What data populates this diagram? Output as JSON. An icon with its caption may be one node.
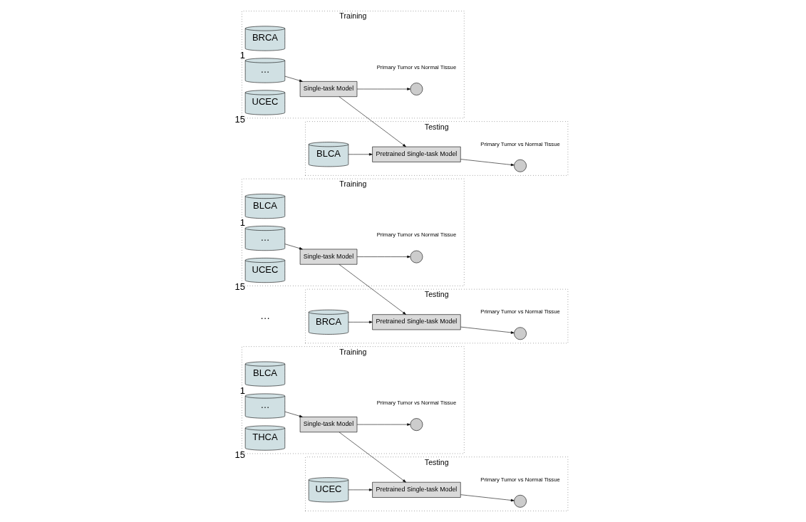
{
  "diagram": {
    "nodes": [
      {
        "text": [
          "Training"
        ]
      },
      {
        "text": [
          "BRCA"
        ],
        "in": 0,
        "beside": [
          "1"
        ]
      },
      {
        "text": [
          "…"
        ],
        "in": 0
      },
      {
        "text": [
          "UCEC"
        ],
        "in": 0,
        "beside": [
          "15"
        ]
      },
      {
        "text": [
          "Single-task Model"
        ],
        "in": 0
      },
      {
        "text": [],
        "shape": "circle",
        "in": 0,
        "beside": [
          "Primary Tumor vs Normal Tissue"
        ]
      },
      {
        "text": [
          "Testing"
        ]
      },
      {
        "text": [
          "BLCA"
        ],
        "in": 6
      },
      {
        "text": [
          "Pretrained Single-task Model"
        ],
        "in": 6
      },
      {
        "text": [],
        "shape": "circle",
        "in": 6,
        "beside": [
          "Primary Tumor vs Normal Tissue"
        ]
      },
      {
        "text": [
          "Training"
        ]
      },
      {
        "text": [
          "BLCA"
        ],
        "in": 10,
        "beside": [
          "1"
        ]
      },
      {
        "text": [
          "…"
        ],
        "in": 10
      },
      {
        "text": [
          "UCEC"
        ],
        "in": 10,
        "beside": [
          "15"
        ]
      },
      {
        "text": [
          "Single-task Model"
        ],
        "in": 10
      },
      {
        "text": [],
        "shape": "circle",
        "in": 10,
        "beside": [
          "Primary Tumor vs Normal Tissue"
        ]
      },
      {
        "text": [
          "Testing"
        ]
      },
      {
        "text": [
          "BRCA"
        ],
        "in": 16
      },
      {
        "text": [
          "Pretrained Single-task Model"
        ],
        "in": 16
      },
      {
        "text": [],
        "shape": "circle",
        "in": 16,
        "beside": [
          "Primary Tumor vs Normal Tissue"
        ]
      },
      {
        "text": [
          "Training"
        ]
      },
      {
        "text": [
          "BLCA"
        ],
        "in": 20,
        "beside": [
          "1"
        ]
      },
      {
        "text": [
          "…"
        ],
        "in": 20
      },
      {
        "text": [
          "THCA"
        ],
        "in": 20,
        "beside": [
          "15"
        ]
      },
      {
        "text": [
          "Single-task Model"
        ],
        "in": 20
      },
      {
        "text": [],
        "shape": "circle",
        "in": 20,
        "beside": [
          "Primary Tumor vs Normal Tissue"
        ]
      },
      {
        "text": [
          "Testing"
        ]
      },
      {
        "text": [
          "UCEC"
        ],
        "in": 26
      },
      {
        "text": [
          "Pretrained Single-task Model"
        ],
        "in": 26
      },
      {
        "text": [],
        "shape": "circle",
        "in": 26,
        "beside": [
          "Primary Tumor vs Normal Tissue"
        ]
      }
    ],
    "edges": [
      {
        "from": 2,
        "to": 4,
        "arrow": "to"
      },
      {
        "from": 4,
        "to": 5,
        "arrow": "to"
      },
      {
        "from": 4,
        "to": 8,
        "arrow": "to"
      },
      {
        "from": 7,
        "to": 8,
        "arrow": "to"
      },
      {
        "from": 8,
        "to": 9,
        "arrow": "to"
      },
      {
        "from": 12,
        "to": 14,
        "arrow": "to"
      },
      {
        "from": 14,
        "to": 15,
        "arrow": "to"
      },
      {
        "from": 14,
        "to": 18,
        "arrow": "to"
      },
      {
        "from": 17,
        "to": 18,
        "arrow": "to"
      },
      {
        "from": 18,
        "to": 19,
        "arrow": "to"
      },
      {
        "from": 22,
        "to": 24,
        "arrow": "to"
      },
      {
        "from": 24,
        "to": 25,
        "arrow": "to"
      },
      {
        "from": 24,
        "to": 28,
        "arrow": "to"
      },
      {
        "from": 27,
        "to": 28,
        "arrow": "to"
      },
      {
        "from": 28,
        "to": 29,
        "arrow": "to"
      }
    ],
    "labels": [
      "…"
    ]
  }
}
